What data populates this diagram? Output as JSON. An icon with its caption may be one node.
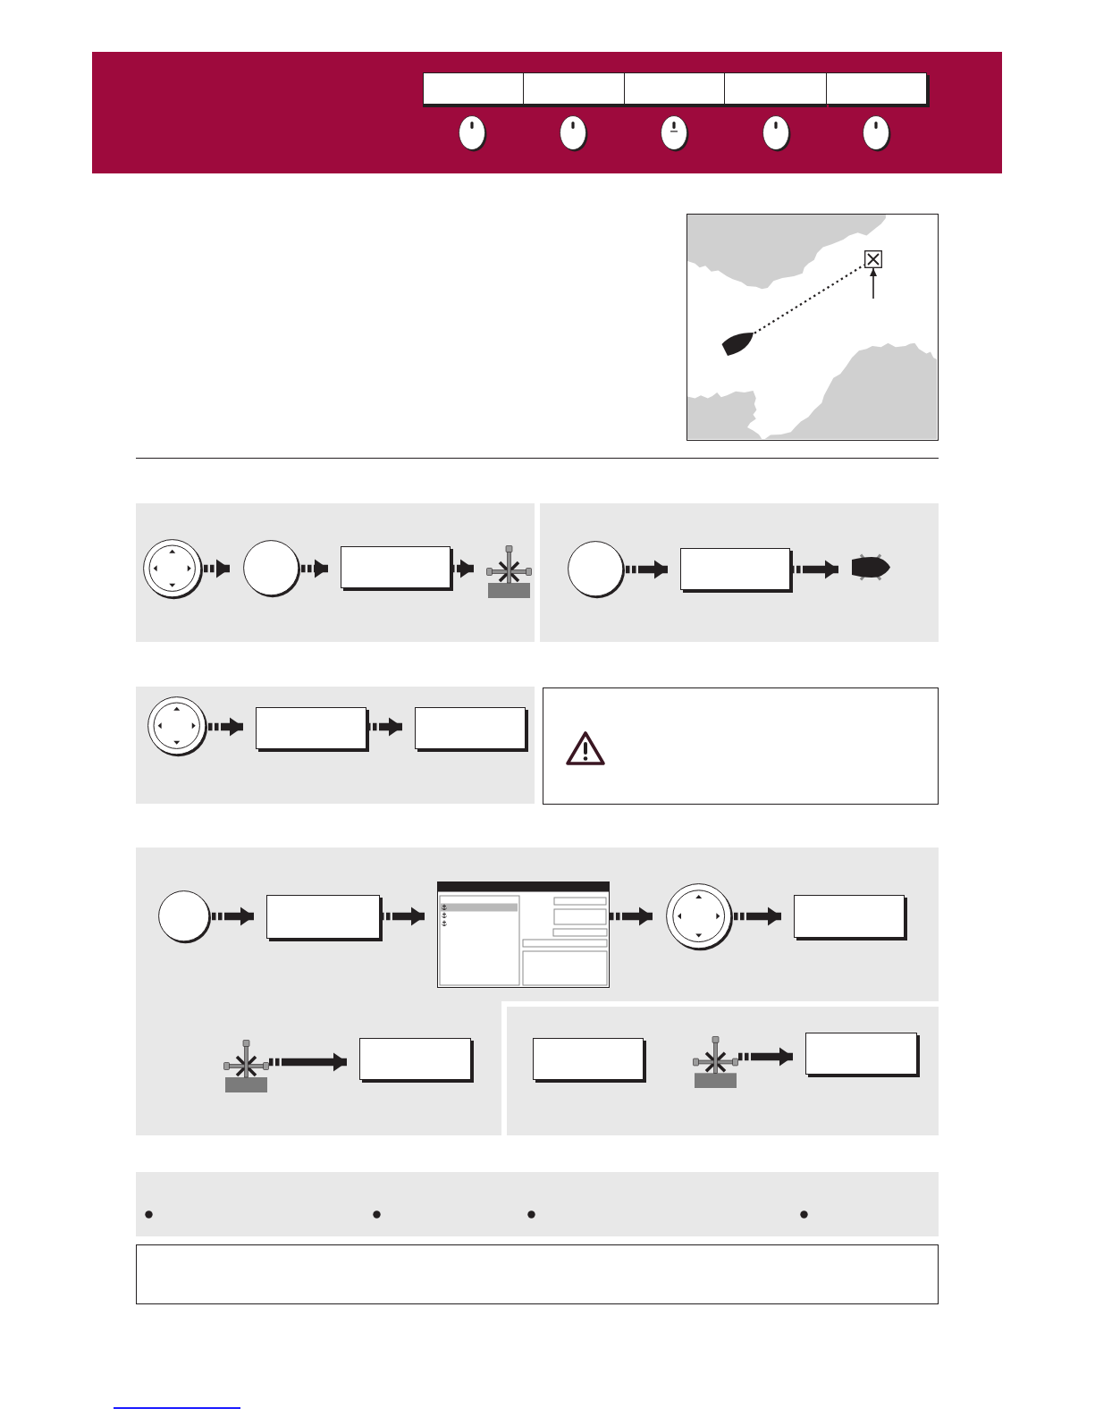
{
  "diagram": {
    "nodes": [
      {
        "text": [],
        "shape": "band"
      },
      {
        "text": [],
        "shape": "box",
        "in": 0
      },
      {
        "text": [],
        "shape": "box",
        "in": 0
      },
      {
        "text": [],
        "shape": "box",
        "in": 0
      },
      {
        "text": [],
        "shape": "box",
        "in": 0
      },
      {
        "text": [],
        "shape": "box",
        "in": 0
      },
      {
        "text": [],
        "shape": "oval",
        "in": 0
      },
      {
        "text": [],
        "shape": "oval",
        "in": 0
      },
      {
        "text": [],
        "shape": "oval",
        "in": 0
      },
      {
        "text": [],
        "shape": "oval",
        "in": 0
      },
      {
        "text": [],
        "shape": "oval",
        "in": 0
      },
      {
        "text": [],
        "shape": "picture"
      },
      {
        "text": [],
        "shape": "boat",
        "in": 11
      },
      {
        "text": [],
        "shape": "cross",
        "in": 11
      },
      {
        "text": [],
        "shape": "panel"
      },
      {
        "text": [],
        "shape": "trackpad",
        "in": 14
      },
      {
        "text": [],
        "shape": "circle",
        "in": 14
      },
      {
        "text": [],
        "shape": "box",
        "in": 14
      },
      {
        "text": [],
        "shape": "cursor",
        "in": 14
      },
      {
        "text": [],
        "shape": "panel"
      },
      {
        "text": [],
        "shape": "circle",
        "in": 19
      },
      {
        "text": [],
        "shape": "box",
        "in": 19
      },
      {
        "text": [],
        "shape": "boat",
        "in": 19
      },
      {
        "text": [],
        "shape": "panel"
      },
      {
        "text": [],
        "shape": "trackpad",
        "in": 23
      },
      {
        "text": [],
        "shape": "box",
        "in": 23
      },
      {
        "text": [],
        "shape": "box",
        "in": 23
      },
      {
        "text": [],
        "shape": "box"
      },
      {
        "text": [],
        "shape": "panel"
      },
      {
        "text": [],
        "shape": "circle",
        "in": 28
      },
      {
        "text": [],
        "shape": "box",
        "in": 28
      },
      {
        "text": [],
        "shape": "screen",
        "in": 28
      },
      {
        "text": [],
        "shape": "trackpad",
        "in": 28
      },
      {
        "text": [],
        "shape": "box",
        "in": 28
      },
      {
        "text": [],
        "shape": "cursor",
        "in": 28
      },
      {
        "text": [],
        "shape": "box",
        "in": 28
      },
      {
        "text": [],
        "shape": "panel",
        "in": 28
      },
      {
        "text": [],
        "shape": "box",
        "in": 36
      },
      {
        "text": [],
        "shape": "cursor",
        "in": 36
      },
      {
        "text": [],
        "shape": "box",
        "in": 36
      },
      {
        "text": [],
        "shape": "panel"
      },
      {
        "text": [],
        "shape": "box"
      }
    ],
    "edges": [
      {
        "from": 12,
        "to": 13,
        "arrow": "none",
        "style": "dashed"
      },
      {
        "from": null,
        "to": 13,
        "arrow": "to"
      },
      {
        "from": 15,
        "to": 16,
        "arrow": "to"
      },
      {
        "from": 16,
        "to": 17,
        "arrow": "to"
      },
      {
        "from": 17,
        "to": 18,
        "arrow": "to"
      },
      {
        "from": 20,
        "to": 21,
        "arrow": "to"
      },
      {
        "from": 21,
        "to": 22,
        "arrow": "to"
      },
      {
        "from": 24,
        "to": 25,
        "arrow": "to"
      },
      {
        "from": 25,
        "to": 26,
        "arrow": "to"
      },
      {
        "from": 29,
        "to": 30,
        "arrow": "to"
      },
      {
        "from": 30,
        "to": 31,
        "arrow": "to"
      },
      {
        "from": 31,
        "to": 32,
        "arrow": "to"
      },
      {
        "from": 32,
        "to": 33,
        "arrow": "to"
      },
      {
        "from": 34,
        "to": 35,
        "arrow": "to"
      },
      {
        "from": 38,
        "to": 39,
        "arrow": "to"
      }
    ]
  }
}
